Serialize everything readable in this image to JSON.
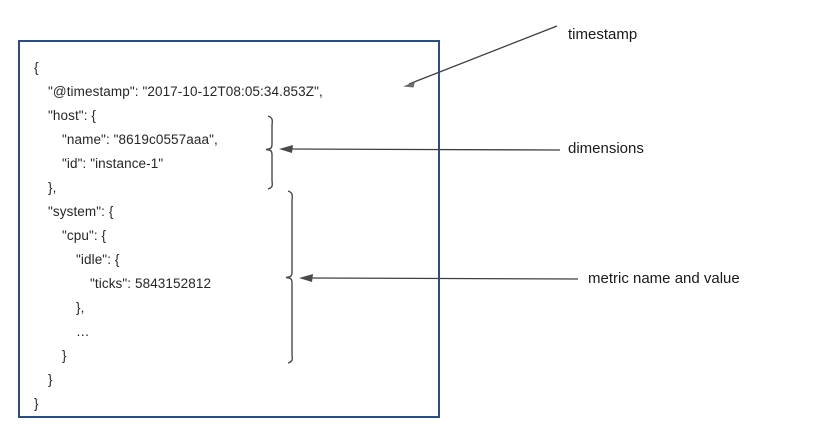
{
  "diagram": {
    "title": "metric document annotation diagram",
    "border_color": "#2f4c7e",
    "text_color": "#262626",
    "annotation_color": "#1a1a1a",
    "arrow_color": "#3f3f3f"
  },
  "json_document": {
    "lines": [
      {
        "text": "{",
        "indent": 0
      },
      {
        "text": "\"@timestamp\": \"2017-10-12T08:05:34.853Z\",",
        "indent": 1
      },
      {
        "text": "\"host\": {",
        "indent": 1
      },
      {
        "text": "\"name\": \"8619c0557aaa\",",
        "indent": 2
      },
      {
        "text": "\"id\": \"instance-1\"",
        "indent": 2
      },
      {
        "text": "},",
        "indent": 1
      },
      {
        "text": "\"system\": {",
        "indent": 1
      },
      {
        "text": "\"cpu\": {",
        "indent": 2
      },
      {
        "text": "\"idle\": {",
        "indent": 3
      },
      {
        "text": "\"ticks\": 5843152812",
        "indent": 4
      },
      {
        "text": "},",
        "indent": 3
      },
      {
        "text": "…",
        "indent": 3
      },
      {
        "text": "}",
        "indent": 2
      },
      {
        "text": "}",
        "indent": 1
      },
      {
        "text": "}",
        "indent": 0
      }
    ]
  },
  "annotations": {
    "timestamp": {
      "label": "timestamp"
    },
    "dimensions": {
      "label": "dimensions"
    },
    "metric": {
      "label": "metric name and value"
    }
  }
}
